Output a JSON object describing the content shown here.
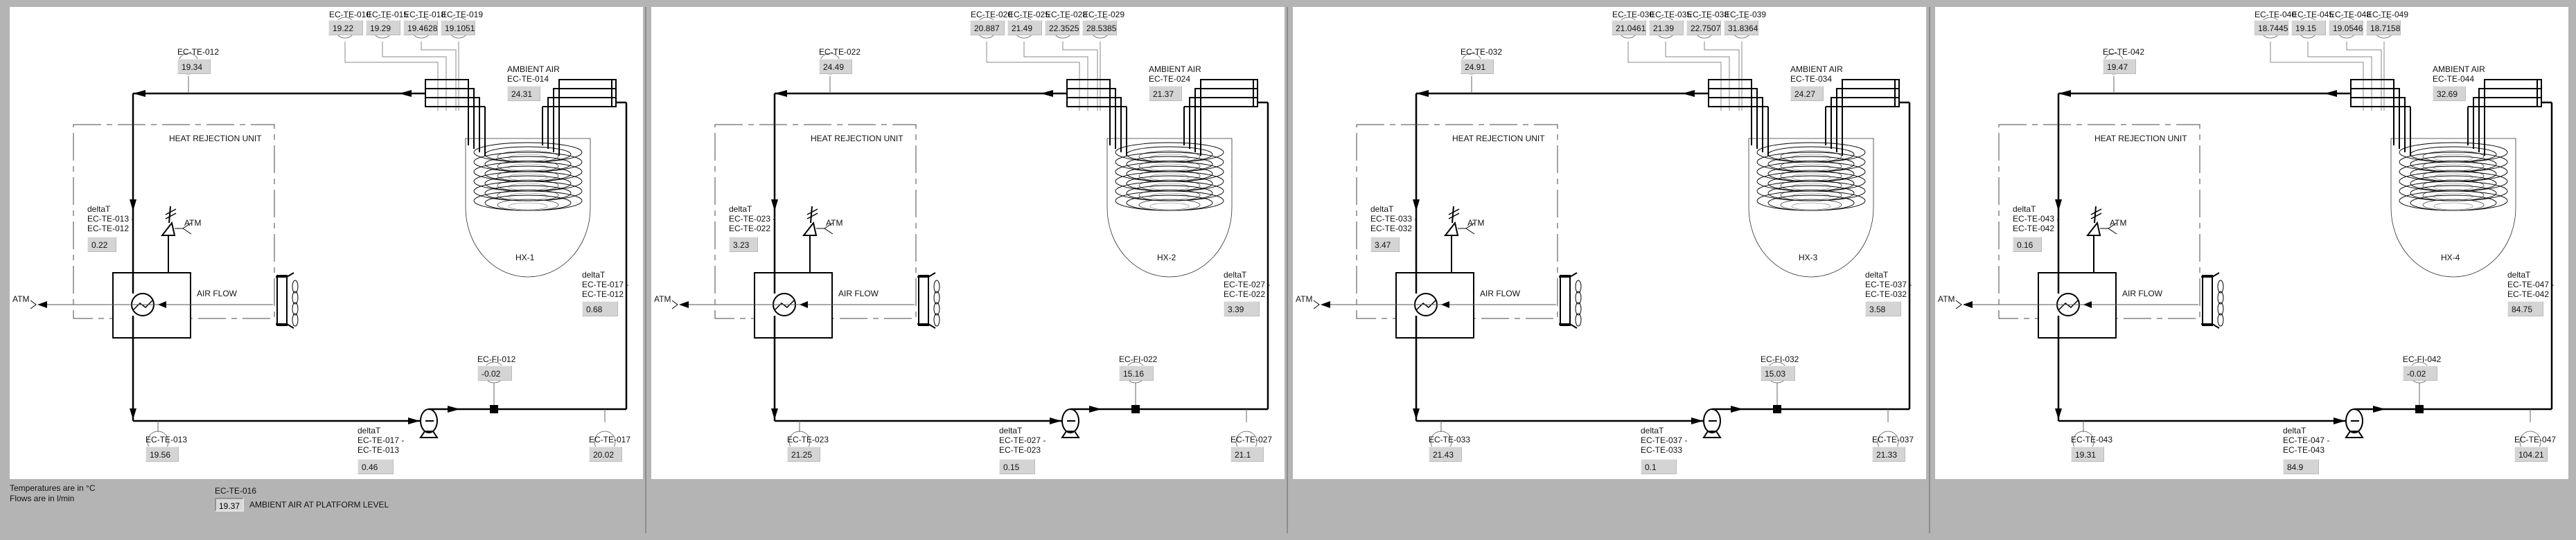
{
  "panels": [
    {
      "hx_label": "HX-1",
      "top_sensors": [
        {
          "tag": "EC-TE-010",
          "value": "19.22"
        },
        {
          "tag": "EC-TE-015",
          "value": "19.29"
        },
        {
          "tag": "EC-TE-018",
          "value": "19.4628"
        },
        {
          "tag": "EC-TE-019",
          "value": "19.1051"
        }
      ],
      "return_sensor": {
        "tag": "EC-TE-012",
        "value": "19.34"
      },
      "ambient": {
        "title": "AMBIENT AIR",
        "tag": "EC-TE-014",
        "value": "24.31"
      },
      "hru_title": "HEAT REJECTION UNIT",
      "hru_delta": {
        "title": "deltaT",
        "line1": "EC-TE-013 -",
        "line2": "EC-TE-012",
        "value": "0.22"
      },
      "vent_label": "ATM",
      "exhaust_label": "ATM",
      "airflow_label": "AIR FLOW",
      "hx_delta": {
        "title": "deltaT",
        "line1": "EC-TE-017 -",
        "line2": "EC-TE-012",
        "value": "0.68"
      },
      "flow_sensor": {
        "tag": "EC-FI-012",
        "value": "-0.02"
      },
      "cold_sensor": {
        "tag": "EC-TE-013",
        "value": "19.56"
      },
      "pump_delta": {
        "title": "deltaT",
        "line1": "EC-TE-017 -",
        "line2": "EC-TE-013",
        "value": "0.46"
      },
      "supply_sensor": {
        "tag": "EC-TE-017",
        "value": "20.02"
      }
    },
    {
      "hx_label": "HX-2",
      "top_sensors": [
        {
          "tag": "EC-TE-020",
          "value": "20.887"
        },
        {
          "tag": "EC-TE-025",
          "value": "21.49"
        },
        {
          "tag": "EC-TE-028",
          "value": "22.3525"
        },
        {
          "tag": "EC-TE-029",
          "value": "28.5385"
        }
      ],
      "return_sensor": {
        "tag": "EC-TE-022",
        "value": "24.49"
      },
      "ambient": {
        "title": "AMBIENT AIR",
        "tag": "EC-TE-024",
        "value": "21.37"
      },
      "hru_title": "HEAT REJECTION UNIT",
      "hru_delta": {
        "title": "deltaT",
        "line1": "EC-TE-023 -",
        "line2": "EC-TE-022",
        "value": "3.23"
      },
      "vent_label": "ATM",
      "exhaust_label": "ATM",
      "airflow_label": "AIR FLOW",
      "hx_delta": {
        "title": "deltaT",
        "line1": "EC-TE-027 -",
        "line2": "EC-TE-022",
        "value": "3.39"
      },
      "flow_sensor": {
        "tag": "EC-FI-022",
        "value": "15.16"
      },
      "cold_sensor": {
        "tag": "EC-TE-023",
        "value": "21.25"
      },
      "pump_delta": {
        "title": "deltaT",
        "line1": "EC-TE-027 -",
        "line2": "EC-TE-023",
        "value": "0.15"
      },
      "supply_sensor": {
        "tag": "EC-TE-027",
        "value": "21.1"
      }
    },
    {
      "hx_label": "HX-3",
      "top_sensors": [
        {
          "tag": "EC-TE-030",
          "value": "21.0461"
        },
        {
          "tag": "EC-TE-035",
          "value": "21.39"
        },
        {
          "tag": "EC-TE-038",
          "value": "22.7507"
        },
        {
          "tag": "EC-TE-039",
          "value": "31.8364"
        }
      ],
      "return_sensor": {
        "tag": "EC-TE-032",
        "value": "24.91"
      },
      "ambient": {
        "title": "AMBIENT AIR",
        "tag": "EC-TE-034",
        "value": "24.27"
      },
      "hru_title": "HEAT REJECTION UNIT",
      "hru_delta": {
        "title": "deltaT",
        "line1": "EC-TE-033 -",
        "line2": "EC-TE-032",
        "value": "3.47"
      },
      "vent_label": "ATM",
      "exhaust_label": "ATM",
      "airflow_label": "AIR FLOW",
      "hx_delta": {
        "title": "deltaT",
        "line1": "EC-TE-037 -",
        "line2": "EC-TE-032",
        "value": "3.58"
      },
      "flow_sensor": {
        "tag": "EC-FI-032",
        "value": "15.03"
      },
      "cold_sensor": {
        "tag": "EC-TE-033",
        "value": "21.43"
      },
      "pump_delta": {
        "title": "deltaT",
        "line1": "EC-TE-037 -",
        "line2": "EC-TE-033",
        "value": "0.1"
      },
      "supply_sensor": {
        "tag": "EC-TE-037",
        "value": "21.33"
      }
    },
    {
      "hx_label": "HX-4",
      "top_sensors": [
        {
          "tag": "EC-TE-040",
          "value": "18.7445"
        },
        {
          "tag": "EC-TE-045",
          "value": "19.15"
        },
        {
          "tag": "EC-TE-048",
          "value": "19.0546"
        },
        {
          "tag": "EC-TE-049",
          "value": "18.7158"
        }
      ],
      "return_sensor": {
        "tag": "EC-TE-042",
        "value": "19.47"
      },
      "ambient": {
        "title": "AMBIENT AIR",
        "tag": "EC-TE-044",
        "value": "32.69"
      },
      "hru_title": "HEAT REJECTION UNIT",
      "hru_delta": {
        "title": "deltaT",
        "line1": "EC-TE-043 -",
        "line2": "EC-TE-042",
        "value": "0.16"
      },
      "vent_label": "ATM",
      "exhaust_label": "ATM",
      "airflow_label": "AIR FLOW",
      "hx_delta": {
        "title": "deltaT",
        "line1": "EC-TE-047 -",
        "line2": "EC-TE-042",
        "value": "84.75"
      },
      "flow_sensor": {
        "tag": "EC-FI-042",
        "value": "-0.02"
      },
      "cold_sensor": {
        "tag": "EC-TE-043",
        "value": "19.31"
      },
      "pump_delta": {
        "title": "deltaT",
        "line1": "EC-TE-047 -",
        "line2": "EC-TE-043",
        "value": "84.9"
      },
      "supply_sensor": {
        "tag": "EC-TE-047",
        "value": "104.21"
      }
    }
  ],
  "footer": {
    "units_temp": "Temperatures are in °C",
    "units_flow": "Flows are in l/min",
    "platform_tag": "EC-TE-016",
    "platform_value": "19.37",
    "platform_label": "AMBIENT AIR AT PLATFORM LEVEL"
  },
  "colors": {
    "background": "#b4b4b4",
    "panel": "#ffffff",
    "indicator": "#d4d4d4",
    "line": "#000000"
  }
}
